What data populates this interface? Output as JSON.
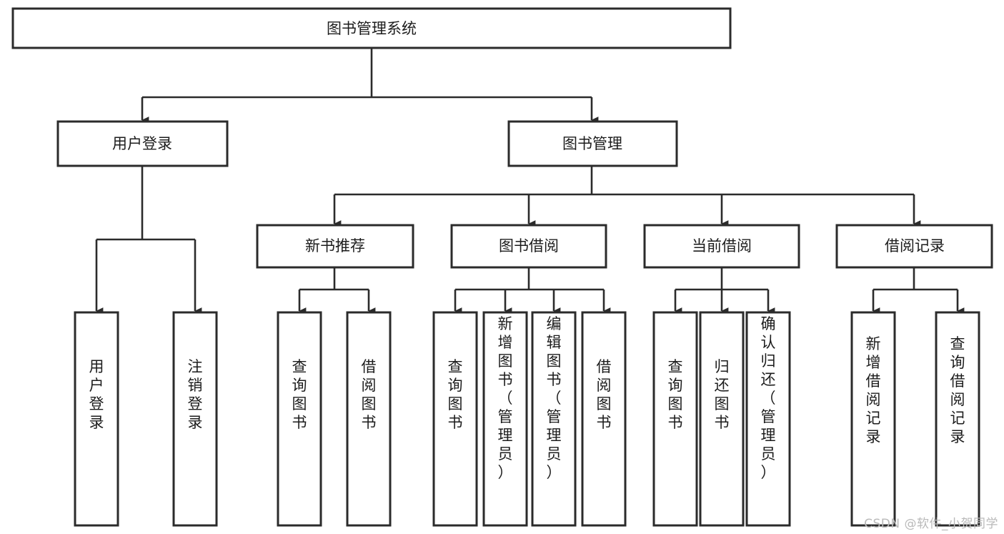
{
  "diagram": {
    "type": "tree-hierarchy-chart",
    "title": "图书管理系统",
    "background_color": "#ffffff",
    "line_color": "#2b2b2b",
    "text_color": "#1c1c1c",
    "levels": {
      "root": {
        "label": "图书管理系统"
      },
      "level2": [
        {
          "id": "user-login",
          "label": "用户登录"
        },
        {
          "id": "book-management",
          "label": "图书管理"
        }
      ],
      "level3": [
        {
          "id": "new-book-recommend",
          "label": "新书推荐",
          "parent": "book-management"
        },
        {
          "id": "book-borrow",
          "label": "图书借阅",
          "parent": "book-management"
        },
        {
          "id": "current-borrow",
          "label": "当前借阅",
          "parent": "book-management"
        },
        {
          "id": "borrow-record",
          "label": "借阅记录",
          "parent": "book-management"
        }
      ],
      "leaves": [
        {
          "id": "leaf-user-login",
          "label": "用户登录",
          "parent": "user-login"
        },
        {
          "id": "leaf-logout-login",
          "label": "注销登录",
          "parent": "user-login"
        },
        {
          "id": "leaf-query-book-1",
          "label": "查询图书",
          "parent": "new-book-recommend"
        },
        {
          "id": "leaf-borrow-book-1",
          "label": "借阅图书",
          "parent": "new-book-recommend"
        },
        {
          "id": "leaf-query-book-2",
          "label": "查询图书",
          "parent": "book-borrow"
        },
        {
          "id": "leaf-add-book",
          "label": "新增图书（管理员）",
          "parent": "book-borrow"
        },
        {
          "id": "leaf-edit-book",
          "label": "编辑图书（管理员）",
          "parent": "book-borrow"
        },
        {
          "id": "leaf-borrow-book-2",
          "label": "借阅图书",
          "parent": "book-borrow"
        },
        {
          "id": "leaf-query-book-3",
          "label": "查询图书",
          "parent": "current-borrow"
        },
        {
          "id": "leaf-return-book",
          "label": "归还图书",
          "parent": "current-borrow"
        },
        {
          "id": "leaf-confirm-return",
          "label": "确认归还（管理员）",
          "parent": "current-borrow"
        },
        {
          "id": "leaf-add-record",
          "label": "新增借阅记录",
          "parent": "borrow-record"
        },
        {
          "id": "leaf-query-record",
          "label": "查询借阅记录",
          "parent": "borrow-record"
        }
      ]
    }
  },
  "watermark": {
    "text": "CSDN @软件_小贺同学"
  }
}
